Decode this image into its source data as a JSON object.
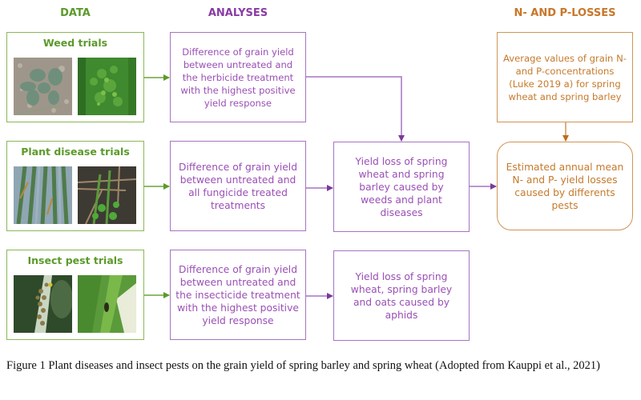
{
  "columns": {
    "data": "DATA",
    "analyses": "ANALYSES",
    "losses": "N- AND P-LOSSES"
  },
  "colors": {
    "data": "#5b9a2a",
    "analyses": "#8a3ba5",
    "losses": "#c8772a"
  },
  "data_boxes": [
    {
      "title": "Weed trials",
      "photos": [
        "weed-seedling-photo",
        "weed-field-photo"
      ]
    },
    {
      "title": "Plant disease trials",
      "photos": [
        "diseased-leaves-photo",
        "diseased-stubble-photo"
      ]
    },
    {
      "title": "Insect pest trials",
      "photos": [
        "aphid-colony-photo",
        "insect-on-leaf-photo"
      ]
    }
  ],
  "analysis_boxes": [
    {
      "text": "Difference of grain yield between untreated and the herbicide treatment with the highest positive yield response"
    },
    {
      "text": "Difference of grain yield between untreated and all fungicide treated treatments"
    },
    {
      "text": "Difference of grain yield between untreated and the insecticide treatment with the highest positive yield response"
    }
  ],
  "yield_boxes": [
    {
      "text": "Yield loss of spring wheat and spring barley caused by weeds and plant diseases"
    },
    {
      "text": "Yield loss of spring wheat, spring barley and oats caused by aphids"
    }
  ],
  "loss_boxes": [
    {
      "text": "Average values of grain N- and P-concentrations (Luke 2019 a) for spring wheat and spring barley"
    },
    {
      "text": "Estimated annual mean N- and P- yield losses caused by differents pests"
    }
  ],
  "caption": "Figure 1 Plant diseases and insect pests on the grain yield of spring barley and spring wheat (Adopted from Kauppi et al., 2021)"
}
